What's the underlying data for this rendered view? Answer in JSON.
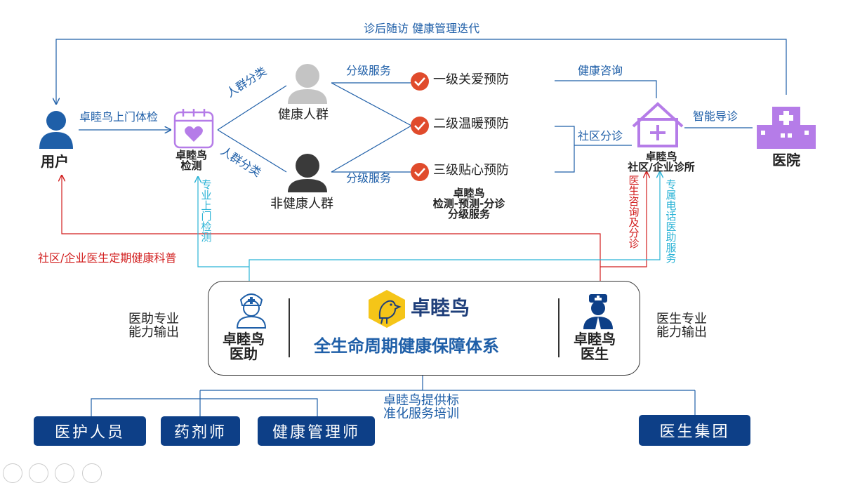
{
  "top_loop_label": "诊后随访 健康管理迭代",
  "user": {
    "label": "用户"
  },
  "visit_label": "卓睦鸟上门体检",
  "detect": {
    "label": "卓睦鸟\n检测"
  },
  "classify_upper": "人群分类",
  "classify_lower": "人群分类",
  "healthy_group": "健康人群",
  "unhealthy_group": "非健康人群",
  "grading_upper": "分级服务",
  "grading_lower": "分级服务",
  "levels": [
    "一级关爱预防",
    "二级温暖预防",
    "三级贴心预防"
  ],
  "levels_caption": "卓睦鸟\n检测-预测-分诊\n分级服务",
  "health_consult": "健康咨询",
  "community_triage": "社区分诊",
  "smart_guide": "智能导诊",
  "clinic": {
    "label": "卓睦鸟\n社区/企业诊所"
  },
  "hospital": {
    "label": "医院"
  },
  "pro_visit_vertical": "专业上门检测",
  "doctor_consult_vertical": "医生咨询及分诊",
  "assistant_service_vertical": "专属电话医助服务",
  "science_label": "社区/企业医生定期健康科普",
  "assistant_capacity": "医助专业\n能力输出",
  "doctor_capacity": "医生专业\n能力输出",
  "center": {
    "brand": "卓睦鸟",
    "subtitle": "全生命周期健康保障体系",
    "assistant_label": "卓睦鸟\n医助",
    "doctor_label": "卓睦鸟\n医生"
  },
  "training_label": "卓睦鸟提供标\n准化服务培训",
  "bottom_buttons": [
    "医护人员",
    "药剂师",
    "健康管理师",
    "医生集团"
  ],
  "colors": {
    "accent_blue": "#1f5fa8",
    "navy": "#0d3f87",
    "red": "#d21f1f",
    "cyan": "#2bb3d6",
    "purple": "#b57ce8",
    "check_red": "#e04b2c",
    "person_gray": "#c4c4c4",
    "person_dark": "#3a3a3a",
    "yellow": "#f5c518"
  }
}
